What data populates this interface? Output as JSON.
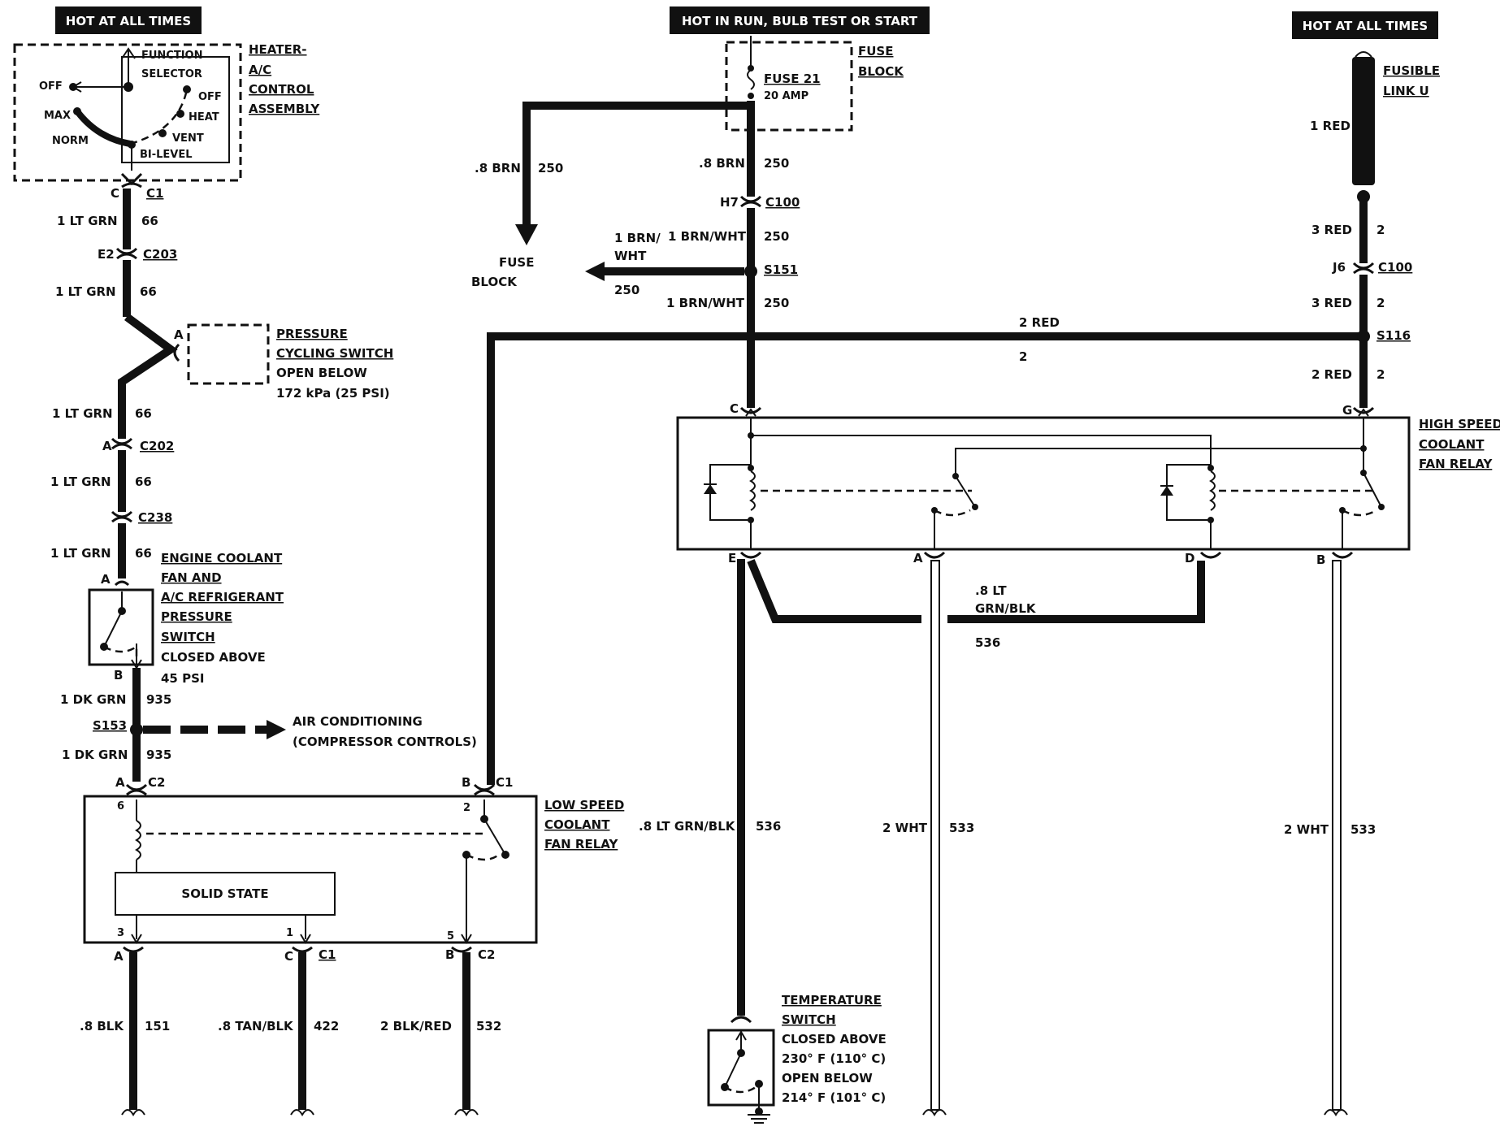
{
  "power": {
    "left_banner": "HOT AT ALL TIMES",
    "center_banner": "HOT IN RUN, BULB TEST OR START",
    "right_banner": "HOT AT ALL TIMES"
  },
  "heater_control": {
    "title_lines": [
      "HEATER-",
      "A/C",
      "CONTROL",
      "ASSEMBLY"
    ],
    "function_selector_lines": [
      "FUNCTION",
      "SELECTOR"
    ],
    "positions": [
      "OFF",
      "MAX",
      "NORM",
      "OFF",
      "HEAT",
      "VENT",
      "BI-LEVEL"
    ],
    "pin": "C",
    "connector": "C1"
  },
  "left_branch": {
    "wire_a_gauge": "1 LT GRN",
    "wire_a_circuit": "66",
    "c203_pin": "E2",
    "c203": "C203",
    "wire_b_gauge": "1 LT GRN",
    "wire_b_circuit": "66",
    "pcs_pin": "A",
    "pcs_lines": [
      "PRESSURE",
      "CYCLING SWITCH",
      "OPEN BELOW",
      "172 kPa (25 PSI)"
    ],
    "wire_c_gauge": "1 LT GRN",
    "wire_c_circuit": "66",
    "c202_pin": "A",
    "c202": "C202",
    "wire_d_gauge": "1 LT GRN",
    "wire_d_circuit": "66",
    "c238": "C238",
    "wire_e_gauge": "1 LT GRN",
    "wire_e_circuit": "66",
    "ps_pin_a": "A",
    "ps_lines": [
      "ENGINE COOLANT",
      "FAN AND",
      "A/C REFRIGERANT",
      "PRESSURE",
      "SWITCH",
      "CLOSED ABOVE",
      "45 PSI"
    ],
    "ps_pin_b": "B",
    "wire_f_gauge": "1 DK GRN",
    "wire_f_circuit": "935",
    "s153": "S153",
    "ac_lines": [
      "AIR CONDITIONING",
      "(COMPRESSOR CONTROLS)"
    ],
    "wire_g_gauge": "1 DK GRN",
    "wire_g_circuit": "935"
  },
  "low_relay": {
    "title_lines": [
      "LOW SPEED",
      "COOLANT",
      "FAN RELAY"
    ],
    "solid_state": "SOLID STATE",
    "top_left_pin": "A",
    "top_left_conn": "C2",
    "pin6": "6",
    "top_right_pin": "B",
    "top_right_conn": "C1",
    "pin2": "2",
    "pin3": "3",
    "pin1": "1",
    "pin5": "5",
    "bottom_a_pin": "A",
    "bottom_c_pin": "C",
    "bottom_c_conn": "C1",
    "bottom_b_pin": "B",
    "bottom_b_conn": "C2",
    "out1_gauge": ".8 BLK",
    "out1_circuit": "151",
    "out2_gauge": ".8 TAN/BLK",
    "out2_circuit": "422",
    "out3_gauge": "2 BLK/RED",
    "out3_circuit": "532"
  },
  "center": {
    "fuse_name": "FUSE 21",
    "fuse_rating": "20 AMP",
    "fuse_block_lines": [
      "FUSE",
      "BLOCK"
    ],
    "brn_gauge_left": ".8 BRN",
    "brn_circuit_left": "250",
    "fuse_block_dest_lines": [
      "FUSE",
      "BLOCK"
    ],
    "brn_gauge_mid": ".8 BRN",
    "brn_circuit_mid": "250",
    "h7_pin": "H7",
    "c100": "C100",
    "brnwht_gauge_a": "1 BRN/WHT",
    "brnwht_circuit_a": "250",
    "branch_gauge_lines": [
      "1 BRN/",
      "WHT"
    ],
    "branch_circuit": "250",
    "s151": "S151",
    "brnwht_gauge_b": "1 BRN/WHT",
    "brnwht_circuit_b": "250",
    "red_gauge": "2 RED",
    "red_circuit": "2"
  },
  "right_branch": {
    "fusible_lines": [
      "FUSIBLE",
      "LINK U"
    ],
    "link_gauge": "1 RED",
    "wire_a_gauge": "3 RED",
    "wire_a_circuit": "2",
    "j6_pin": "J6",
    "c100": "C100",
    "wire_b_gauge": "3 RED",
    "wire_b_circuit": "2",
    "s116": "S116",
    "wire_c_gauge": "2 RED",
    "wire_c_circuit": "2"
  },
  "high_relay": {
    "title_lines": [
      "HIGH SPEED",
      "COOLANT",
      "FAN RELAY"
    ],
    "pin_c": "C",
    "pin_g": "G",
    "pin_e": "E",
    "pin_a": "A",
    "pin_d": "D",
    "pin_b": "B",
    "mid_gauge_lines": [
      ".8 LT",
      "GRN/BLK"
    ],
    "mid_circuit": "536",
    "e_gauge": ".8 LT GRN/BLK",
    "e_circuit": "536",
    "a_gauge": "2 WHT",
    "a_circuit": "533",
    "b_gauge": "2 WHT",
    "b_circuit": "533"
  },
  "temp_switch": {
    "lines": [
      "TEMPERATURE",
      "SWITCH",
      "CLOSED ABOVE",
      "230° F (110° C)",
      "OPEN BELOW",
      "214° F (101° C)"
    ]
  }
}
